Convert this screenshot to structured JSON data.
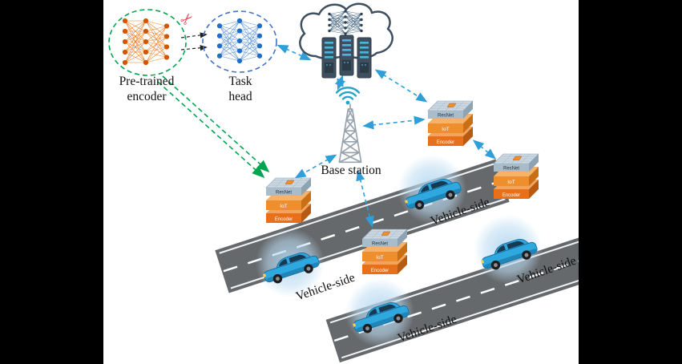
{
  "diagram": {
    "labels": {
      "pretrained_encoder": "Pre-trained encoder",
      "task_head": "Task head",
      "base_station": "Base station",
      "vehicle_side": "Vehicle-side"
    },
    "stack_layers": {
      "top": "ResNet",
      "middle": "IoT",
      "bottom": "Encoder"
    },
    "icons": {
      "scissors": "✂"
    },
    "colors": {
      "encoder_nodes": "#d45500",
      "task_head_nodes": "#1f6fc6",
      "green_dashed": "#00a550",
      "blue_dashed": "#2e9fd8",
      "cloud_outline": "#3e5060",
      "road": "#66696c",
      "car_body": "#2fa8e0"
    }
  }
}
